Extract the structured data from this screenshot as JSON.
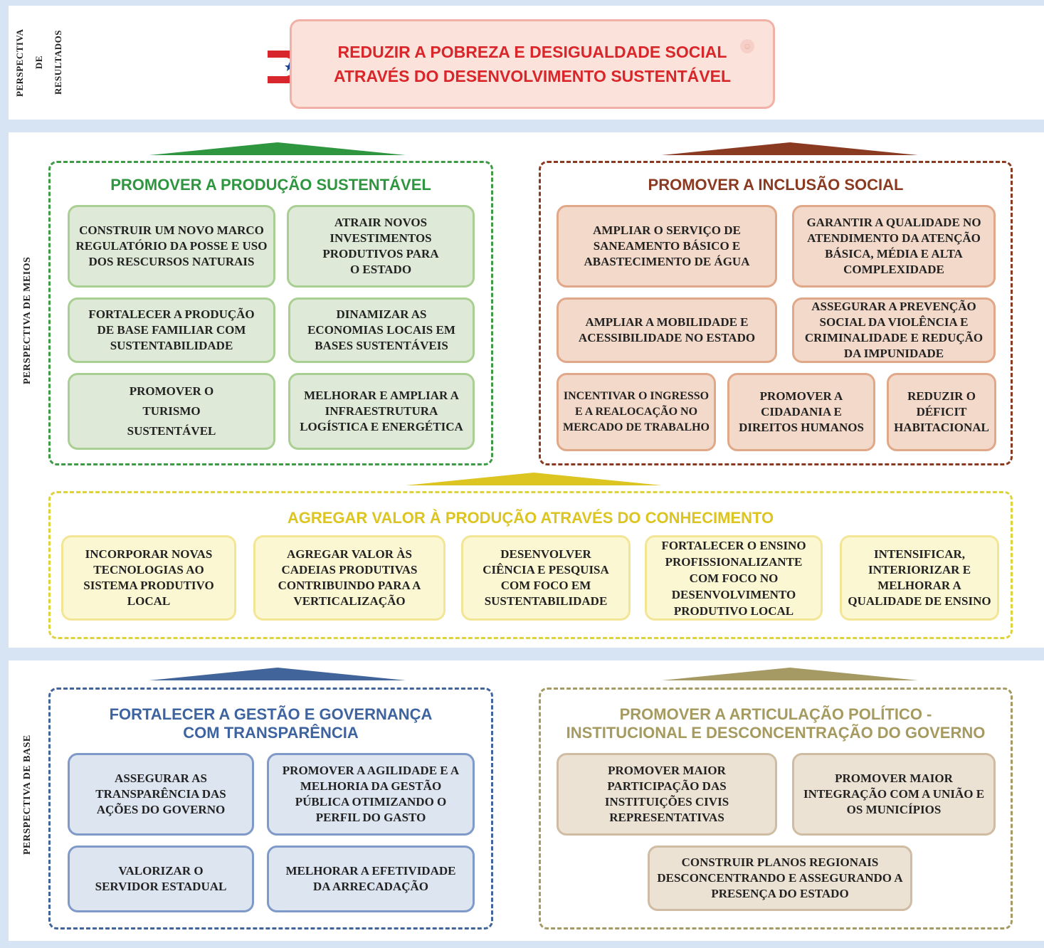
{
  "perspectives": {
    "results": [
      "PERSPECTIVA",
      "DE",
      "RESULTADOS"
    ],
    "means": "PERSPECTIVA DE MEIOS",
    "base": "PERSPECTIVA DE BASE"
  },
  "goal": {
    "line1": "REDUZIR A POBREZA E DESIGUALDADE SOCIAL",
    "line2": "ATRAVÉS DO DESENVOLVIMENTO SUSTENTÁVEL"
  },
  "groups": {
    "producao": {
      "title": "PROMOVER A PRODUÇÃO SUSTENTÁVEL",
      "color": "#2f9640",
      "items": [
        "CONSTRUIR UM NOVO MARCO REGULATÓRIO DA POSSE E USO DOS RESCURSOS NATURAIS",
        "ATRAIR NOVOS INVESTIMENTOS PRODUTIVOS PARA O ESTADO",
        "FORTALECER A PRODUÇÃO DE BASE FAMILIAR COM SUSTENTABILIDADE",
        "DINAMIZAR AS ECONOMIAS LOCAIS EM BASES SUSTENTÁVEIS",
        "PROMOVER O TURISMO SUSTENTÁVEL",
        "MELHORAR E AMPLIAR A INFRAESTRUTURA LOGÍSTICA E ENERGÉTICA"
      ]
    },
    "inclusao": {
      "title": "PROMOVER A INCLUSÃO SOCIAL",
      "color": "#8b3a22",
      "items": [
        "AMPLIAR O SERVIÇO DE SANEAMENTO BÁSICO E ABASTECIMENTO DE ÁGUA",
        "GARANTIR A QUALIDADE NO ATENDIMENTO DA ATENÇÃO BÁSICA, MÉDIA E ALTA COMPLEXIDADE",
        "AMPLIAR A MOBILIDADE E ACESSIBILIDADE NO ESTADO",
        "ASSEGURAR A PREVENÇÃO SOCIAL DA VIOLÊNCIA E CRIMINALIDADE E REDUÇÃO DA IMPUNIDADE",
        "INCENTIVAR O INGRESSO E A REALOCAÇÃO NO MERCADO DE TRABALHO",
        "PROMOVER A CIDADANIA E DIREITOS HUMANOS",
        "REDUZIR O DÉFICIT HABITACIONAL"
      ]
    },
    "conhecimento": {
      "title": "AGREGAR VALOR À PRODUÇÃO ATRAVÉS DO CONHECIMENTO",
      "color": "#dcc421",
      "items": [
        "INCORPORAR NOVAS TECNOLOGIAS AO SISTEMA PRODUTIVO LOCAL",
        "AGREGAR VALOR ÀS CADEIAS PRODUTIVAS CONTRIBUINDO PARA A VERTICALIZAÇÃO",
        "DESENVOLVER CIÊNCIA E PESQUISA COM FOCO EM SUSTENTABILIDADE",
        "FORTALECER O ENSINO PROFISSIONALIZANTE COM FOCO NO DESENVOLVIMENTO PRODUTIVO LOCAL",
        "INTENSIFICAR, INTERIORIZAR E MELHORAR A QUALIDADE DE ENSINO"
      ]
    },
    "gestao": {
      "title_line1": "FORTALECER A GESTÃO E GOVERNANÇA",
      "title_line2": "COM TRANSPARÊNCIA",
      "color": "#3d63a0",
      "items": [
        "ASSEGURAR AS TRANSPARÊNCIA DAS AÇÕES DO GOVERNO",
        "PROMOVER A AGILIDADE E A MELHORIA DA GESTÃO PÚBLICA OTIMIZANDO O PERFIL DO GASTO",
        "VALORIZAR O SERVIDOR ESTADUAL",
        "MELHORAR A EFETIVIDADE DA ARRECADAÇÃO"
      ]
    },
    "articulacao": {
      "title_line1": "PROMOVER A ARTICULAÇÃO POLÍTICO -",
      "title_line2": "INSTITUCIONAL E DESCONCENTRAÇÃO DO GOVERNO",
      "color": "#a59a5f",
      "items": [
        "PROMOVER MAIOR PARTICIPAÇÃO DAS INSTITUIÇÕES CIVIS REPRESENTATIVAS",
        "PROMOVER MAIOR INTEGRAÇÃO COM A UNIÃO E OS MUNICÍPIOS",
        "CONSTRUIR PLANOS REGIONAIS DESCONCENTRANDO E ASSEGURANDO A PRESENÇA DO ESTADO"
      ]
    }
  }
}
